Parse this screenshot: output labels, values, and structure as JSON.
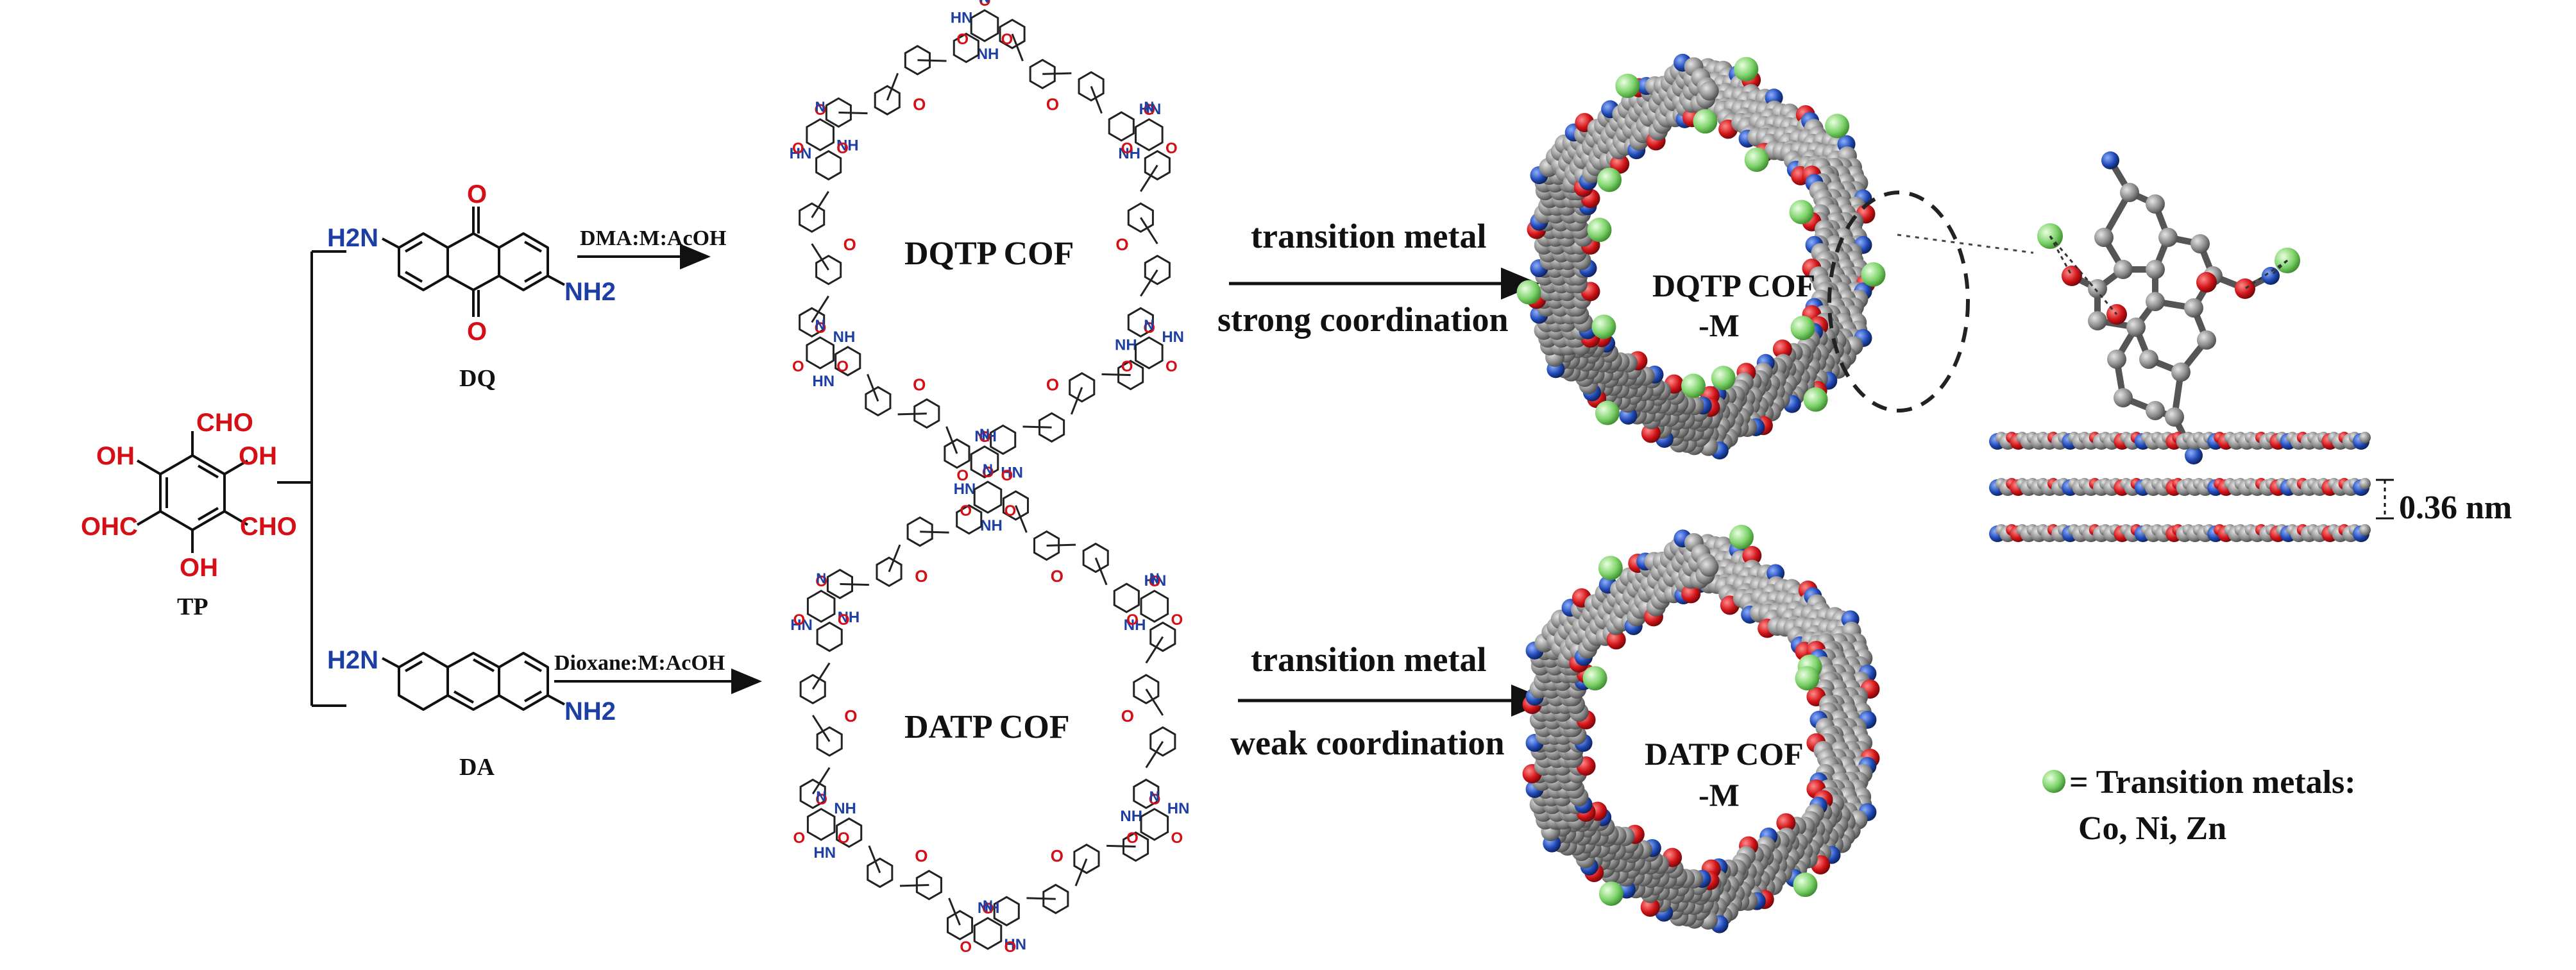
{
  "colors": {
    "oxygen": "#d40f16",
    "nitrogen": "#1d3fa3",
    "carbon": "#8a8a8a",
    "metal": "#7ed36b",
    "bond": "#111111"
  },
  "molecules": {
    "tp": {
      "name": "TP",
      "atoms": {
        "cho": "CHO",
        "oh": "OH",
        "ohc": "OHC",
        "o": "O"
      }
    },
    "dq": {
      "name": "DQ",
      "atoms": {
        "h2n": "H2N",
        "nh2": "NH2",
        "o": "O"
      }
    },
    "da": {
      "name": "DA",
      "atoms": {
        "h2n": "H2N",
        "nh2": "NH2"
      }
    }
  },
  "reactions": {
    "top": {
      "conditions": "DMA:M:AcOH"
    },
    "bottom": {
      "conditions": "Dioxane:M:AcOH"
    }
  },
  "cofs": {
    "dqtp": {
      "label": "DQTP COF",
      "metal_label": "DQTP COF",
      "metal_suffix": "-M"
    },
    "datp": {
      "label": "DATP COF",
      "metal_label": "DATP COF",
      "metal_suffix": "-M"
    }
  },
  "metalation": {
    "top": {
      "line1": "transition metal",
      "line2": "strong coordination"
    },
    "bottom": {
      "line1": "transition metal",
      "line2": "weak coordination"
    }
  },
  "stack": {
    "spacing": "0.36 nm"
  },
  "legend": {
    "line1": "= Transition metals:",
    "line2": "Co, Ni, Zn"
  },
  "linker_atoms": {
    "nh": "NH",
    "hn": "HN",
    "o": "O",
    "n": "N"
  }
}
